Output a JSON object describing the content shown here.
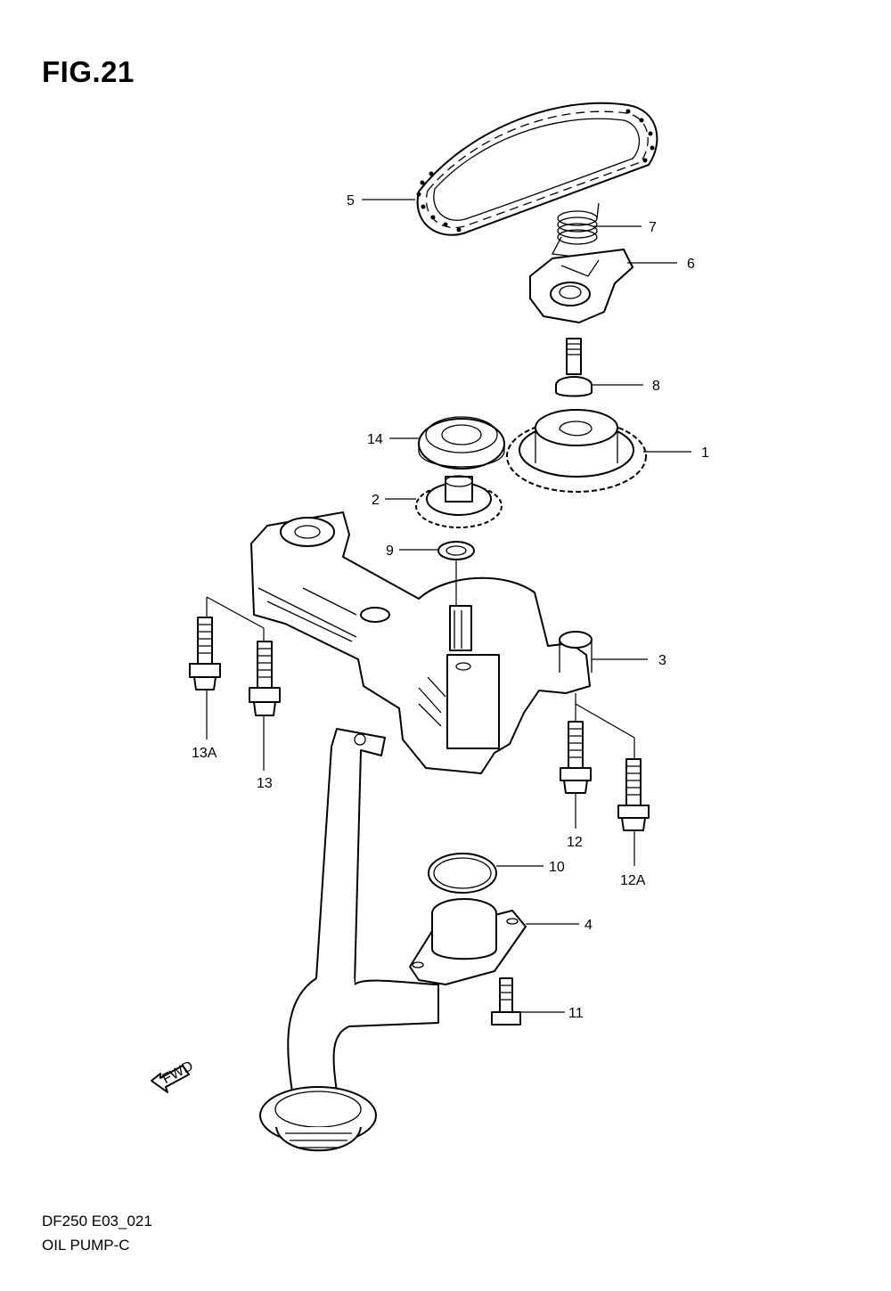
{
  "figure": {
    "title": "FIG.21",
    "code": "DF250 E03_021",
    "name": "OIL PUMP-C",
    "fwd_label": "FWD"
  },
  "callouts": [
    "1",
    "2",
    "3",
    "4",
    "5",
    "6",
    "7",
    "8",
    "9",
    "10",
    "11",
    "12",
    "12A",
    "13",
    "13A",
    "14"
  ]
}
